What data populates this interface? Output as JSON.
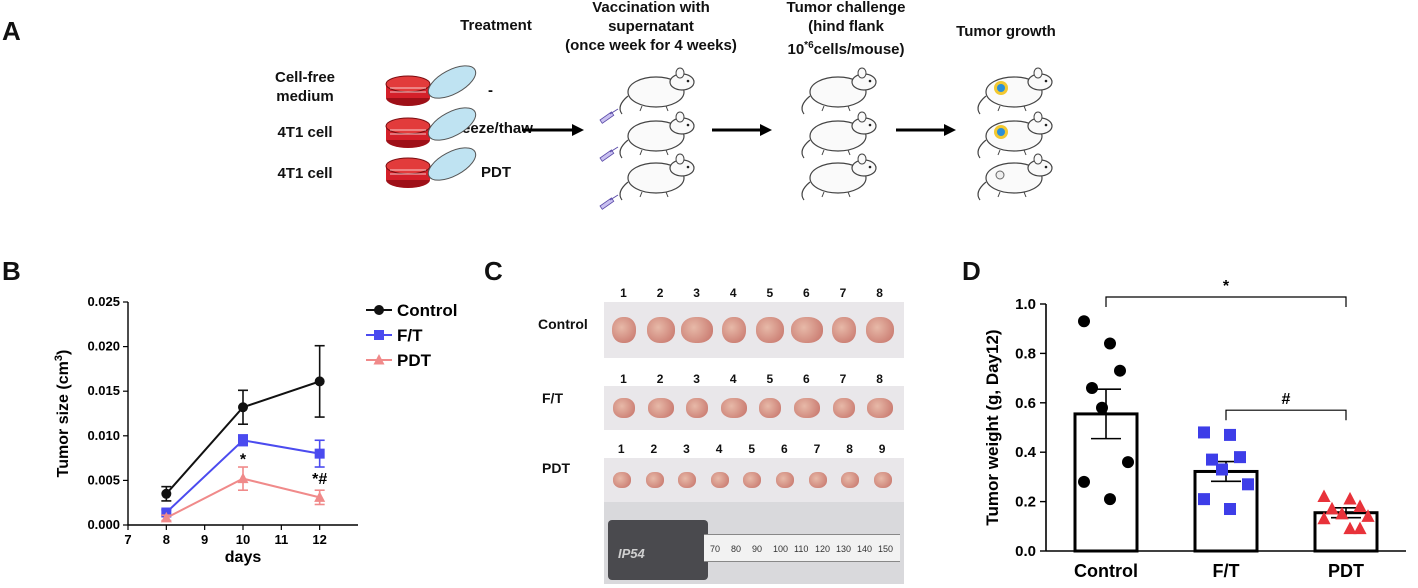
{
  "panelA": {
    "letter": "A",
    "headers": {
      "treatment": "Treatment",
      "vaccination": [
        "Vaccination with",
        "supernatant",
        "(once week for 4 weeks)"
      ],
      "challenge_l1": "Tumor challenge",
      "challenge_l2": "(hind flank",
      "challenge_l3_base": "10",
      "challenge_l3_sup": "*6",
      "challenge_l3_rest": "cells/mouse)",
      "growth": "Tumor growth"
    },
    "rows": [
      {
        "sample": [
          "Cell-free",
          "medium"
        ],
        "treatment": "-"
      },
      {
        "sample": [
          "4T1 cell"
        ],
        "treatment": "Freeze/thaw"
      },
      {
        "sample": [
          "4T1 cell"
        ],
        "treatment": "PDT"
      }
    ],
    "colors": {
      "dish": "#d4202a",
      "lid": "#bfe3f2",
      "tumor_core": "#2a8fd8",
      "tumor_ring": "#f2c830"
    }
  },
  "panelB": {
    "letter": "B",
    "chart_data": {
      "type": "line",
      "x": [
        8,
        10,
        12
      ],
      "xlim": [
        7,
        13
      ],
      "xticks": [
        "7",
        "8",
        "9",
        "10",
        "11",
        "12"
      ],
      "ylim": [
        0,
        0.025
      ],
      "yticks": [
        "0.000",
        "0.005",
        "0.010",
        "0.015",
        "0.020",
        "0.025"
      ],
      "xlabel": "days",
      "ylabel_base": "Tumor size (cm",
      "ylabel_sup": "3",
      "ylabel_end": ")",
      "series": [
        {
          "name": "Control",
          "color": "#111111",
          "marker": "circle",
          "values": [
            0.0035,
            0.0132,
            0.0161
          ],
          "err": [
            0.0008,
            0.0019,
            0.004
          ]
        },
        {
          "name": "F/T",
          "color": "#4b4bef",
          "marker": "square",
          "values": [
            0.0014,
            0.0095,
            0.008
          ],
          "err": [
            0.0003,
            0.0006,
            0.0015
          ]
        },
        {
          "name": "PDT",
          "color": "#f08a8a",
          "marker": "triangle",
          "values": [
            0.0008,
            0.0052,
            0.0031
          ],
          "err": [
            0.0003,
            0.0013,
            0.0008
          ]
        }
      ],
      "annotations": [
        {
          "x": 10,
          "y": 0.0068,
          "text": "*"
        },
        {
          "x": 12,
          "y": 0.0046,
          "text": "*#"
        }
      ],
      "legend": "right"
    }
  },
  "panelC": {
    "letter": "C",
    "groups": [
      {
        "label": "Control",
        "numbers": [
          "1",
          "2",
          "3",
          "4",
          "5",
          "6",
          "7",
          "8"
        ]
      },
      {
        "label": "F/T",
        "numbers": [
          "1",
          "2",
          "3",
          "4",
          "5",
          "6",
          "7",
          "8"
        ]
      },
      {
        "label": "PDT",
        "numbers": [
          "1",
          "2",
          "3",
          "4",
          "5",
          "6",
          "7",
          "8",
          "9"
        ]
      }
    ],
    "ruler_ticks": [
      "70",
      "80",
      "90",
      "100",
      "110",
      "120",
      "130",
      "140",
      "150"
    ],
    "caliper_text": "IP54"
  },
  "panelD": {
    "letter": "D",
    "chart_data": {
      "type": "bar",
      "categories": [
        "Control",
        "F/T",
        "PDT"
      ],
      "values": [
        0.555,
        0.322,
        0.155
      ],
      "sem": [
        0.1,
        0.04,
        0.02
      ],
      "ylim": [
        0,
        1.0
      ],
      "yticks": [
        "0.0",
        "0.2",
        "0.4",
        "0.6",
        "0.8",
        "1.0"
      ],
      "ylabel": "Tumor weight (g, Day12)",
      "points": [
        {
          "group": "Control",
          "color": "#000000",
          "marker": "circle",
          "values": [
            0.93,
            0.84,
            0.73,
            0.66,
            0.58,
            0.36,
            0.28,
            0.21
          ]
        },
        {
          "group": "F/T",
          "color": "#3d3de8",
          "marker": "square",
          "values": [
            0.48,
            0.47,
            0.38,
            0.37,
            0.33,
            0.27,
            0.21,
            0.17
          ]
        },
        {
          "group": "PDT",
          "color": "#e8323a",
          "marker": "triangle",
          "values": [
            0.22,
            0.21,
            0.18,
            0.17,
            0.15,
            0.14,
            0.13,
            0.09,
            0.09
          ]
        }
      ],
      "brackets": [
        {
          "from": "Control",
          "to": "PDT",
          "text": "*"
        },
        {
          "from": "F/T",
          "to": "PDT",
          "text": "#"
        }
      ]
    }
  }
}
